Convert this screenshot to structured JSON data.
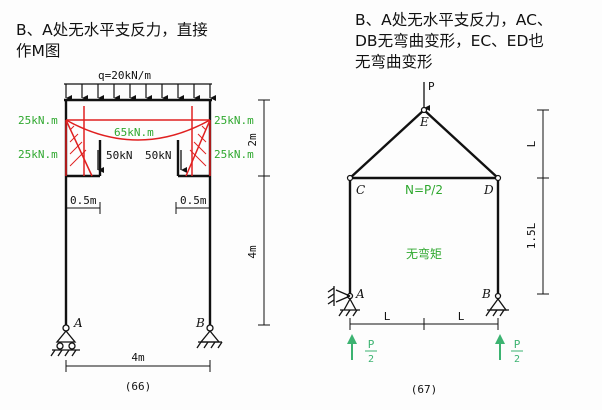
{
  "headings": {
    "left": "B、A处无水平支反力，直接\n作M图",
    "right": "B、A处无水平支反力，AC、\nDB无弯曲变形，EC、ED也\n无弯曲变形"
  },
  "fig66": {
    "caption": "(66)",
    "load": "q=20kN/m",
    "moment_top_left": "25kN.m",
    "moment_top_right": "25kN.m",
    "moment_low_left": "25kN.m",
    "moment_low_right": "25kN.m",
    "moment_mid": "65kN.m",
    "force_left": "50kN",
    "force_right": "50kN",
    "dim_left_cant": "0.5m",
    "dim_right_cant": "0.5m",
    "dim_upper_height": "2m",
    "dim_lower_height": "4m",
    "dim_span": "4m",
    "node_a": "A",
    "node_b": "B"
  },
  "fig67": {
    "caption": "(67)",
    "load": "P",
    "node_e": "E",
    "node_c": "C",
    "node_d": "D",
    "node_a": "A",
    "node_b": "B",
    "axial": "N=P/2",
    "no_moment": "无弯矩",
    "dim_upper": "L",
    "dim_lower": "1.5L",
    "dim_span_left": "L",
    "dim_span_right": "L",
    "reaction_left_num": "P",
    "reaction_left_den": "2",
    "reaction_right_num": "P",
    "reaction_right_den": "2"
  },
  "colors": {
    "frame": "#111111",
    "moment": "#e02020",
    "label_green": "#2fa82f",
    "reaction": "#3cb371"
  }
}
